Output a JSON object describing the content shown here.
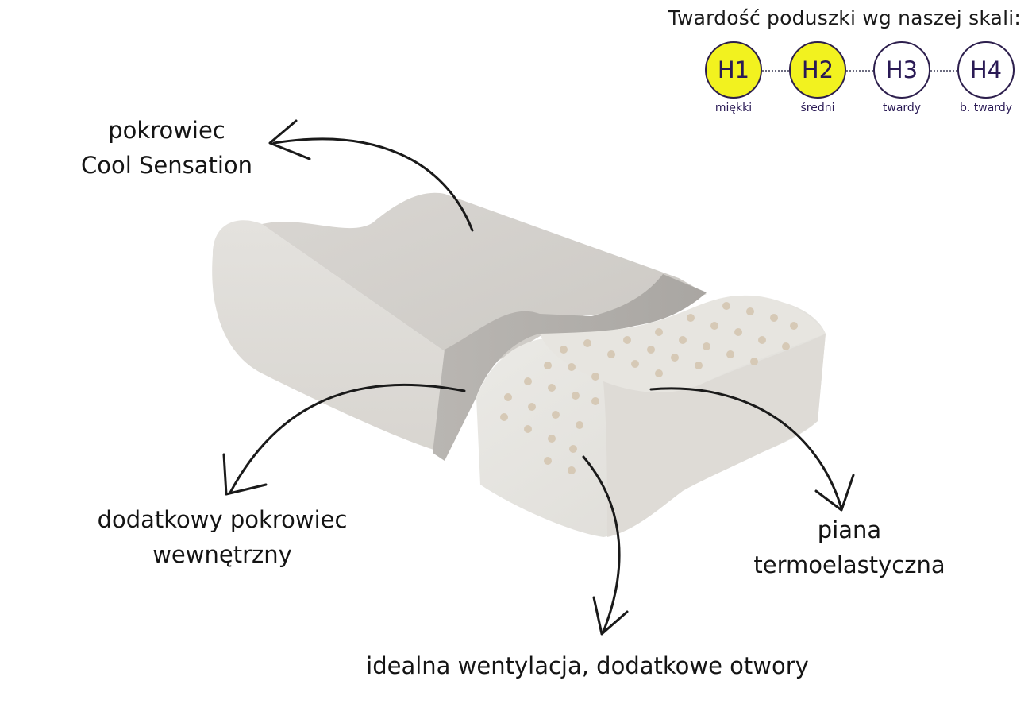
{
  "scale": {
    "title": "Twardość poduszki wg naszej skali:",
    "levels": [
      {
        "code": "H1",
        "label": "miękki",
        "active": true
      },
      {
        "code": "H2",
        "label": "średni",
        "active": true
      },
      {
        "code": "H3",
        "label": "twardy",
        "active": false
      },
      {
        "code": "H4",
        "label": "b. twardy",
        "active": false
      }
    ],
    "active_color": "#f2f21f"
  },
  "annotations": {
    "cover_line1": "pokrowiec",
    "cover_line2": "Cool Sensation",
    "inner_line1": "dodatkowy pokrowiec",
    "inner_line2": "wewnętrzny",
    "foam_line1": "piana",
    "foam_line2": "termoelastyczna",
    "ventilation": "idealna wentylacja, dodatkowe otwory"
  },
  "image": {
    "subject": "pillow-illustration"
  }
}
